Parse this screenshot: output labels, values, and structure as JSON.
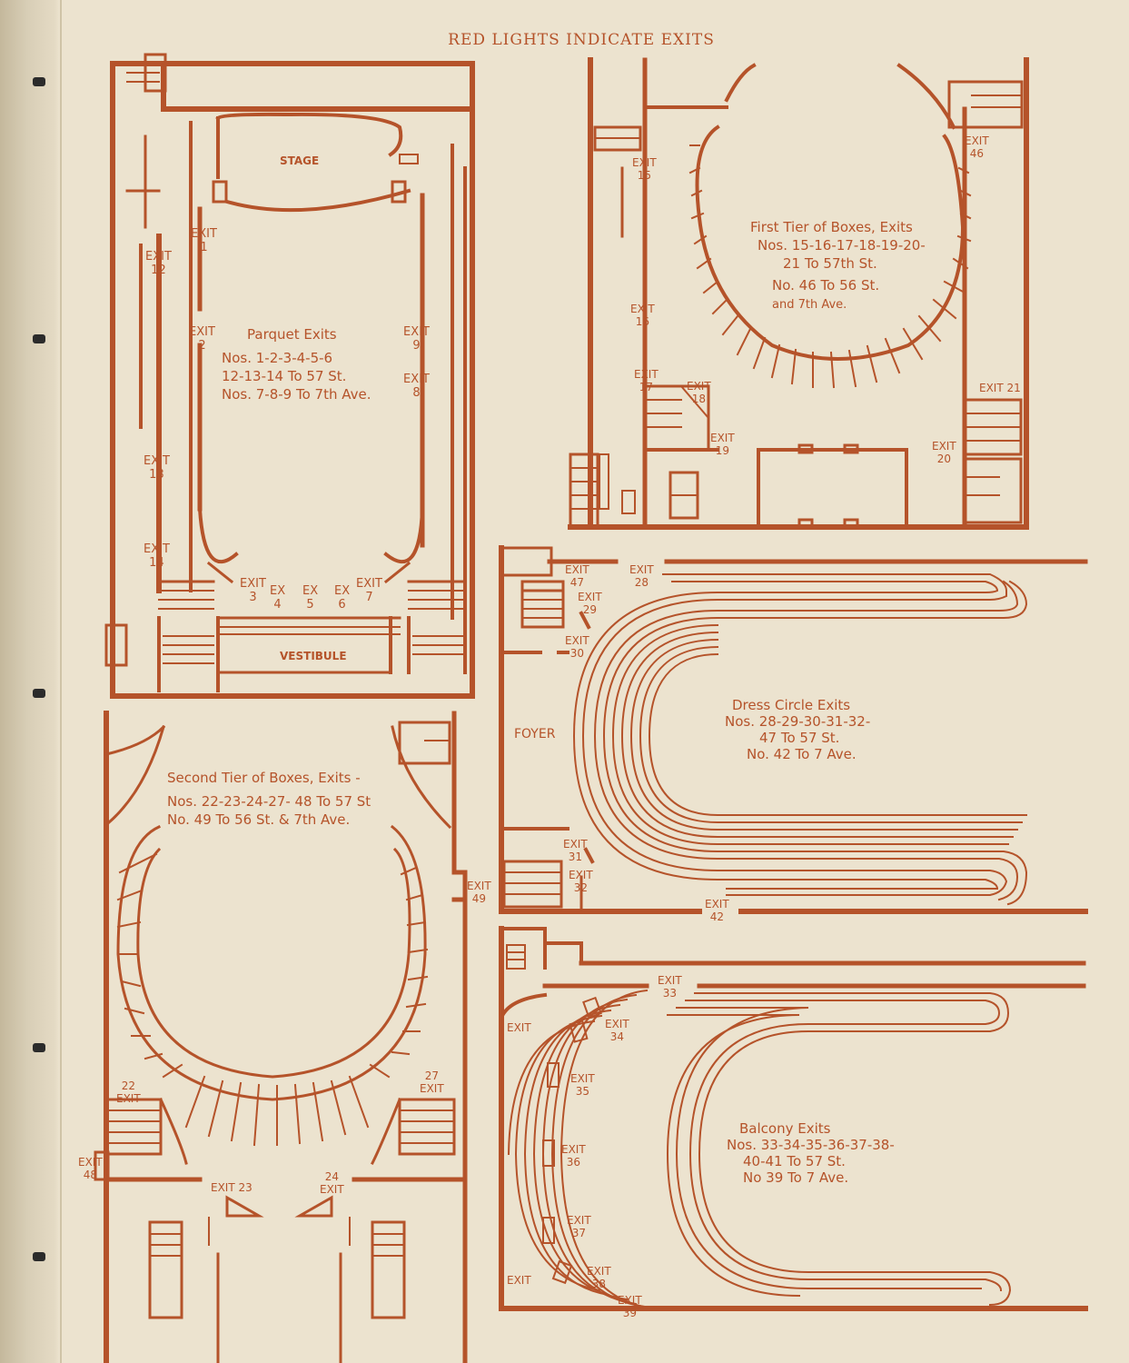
{
  "title": "RED LIGHTS INDICATE EXITS",
  "colors": {
    "ink": "#b5532a",
    "paper": "#ece3cf"
  },
  "parquet": {
    "stage": "STAGE",
    "vestibule": "VESTIBULE",
    "heading": "Parquet Exits",
    "lines": [
      "Nos. 1-2-3-4-5-6",
      "12-13-14 To 57 St.",
      "Nos. 7-8-9 To 7th Ave."
    ],
    "exits": [
      "EXIT\n1",
      "EXIT\n2",
      "EXIT\n12",
      "EXIT\n13",
      "EXIT\n14",
      "EXIT\n9",
      "EXIT\n8",
      "EXIT\n3",
      "EX\n4",
      "EX\n5",
      "EX\n6",
      "EXIT\n7"
    ]
  },
  "first_tier": {
    "heading": "First Tier of Boxes, Exits",
    "lines": [
      "Nos. 15-16-17-18-19-20-",
      "21 To 57th St.",
      "No. 46 To 56 St.",
      "and 7th Ave."
    ],
    "exits": [
      "EXIT\n15",
      "EXIT\n16",
      "EXIT\n17",
      "EXIT\n18",
      "EXIT\n19",
      "EXIT\n46",
      "EXIT 21",
      "EXIT\n20"
    ]
  },
  "dress_circle": {
    "heading": "Dress Circle Exits",
    "lines": [
      "Nos. 28-29-30-31-32-",
      "47 To 57 St.",
      "No. 42 To 7 Ave."
    ],
    "foyer": "FOYER",
    "exits": [
      "EXIT\n47",
      "EXIT\n28",
      "EXIT\n29",
      "EXIT\n30",
      "EXIT\n31",
      "EXIT\n32",
      "EXIT\n42"
    ]
  },
  "second_tier": {
    "heading": "Second Tier of Boxes, Exits -",
    "lines": [
      "Nos. 22-23-24-27- 48 To 57 St",
      "No. 49 To 56 St. & 7th Ave."
    ],
    "exits": [
      "EXIT\n49",
      "22\nEXIT",
      "27\nEXIT",
      "EXIT\n48",
      "EXIT 23",
      "24\nEXIT"
    ]
  },
  "balcony": {
    "heading": "Balcony Exits",
    "lines": [
      "Nos. 33-34-35-36-37-38-",
      "40-41 To 57 St.",
      "No 39 To 7 Ave."
    ],
    "exits": [
      "EXIT\n33",
      "EXIT\n34",
      "EXIT\n35",
      "EXIT\n36",
      "EXIT\n37",
      "EXIT\n38",
      "EXIT\n39",
      "EXIT",
      "EXIT"
    ]
  }
}
